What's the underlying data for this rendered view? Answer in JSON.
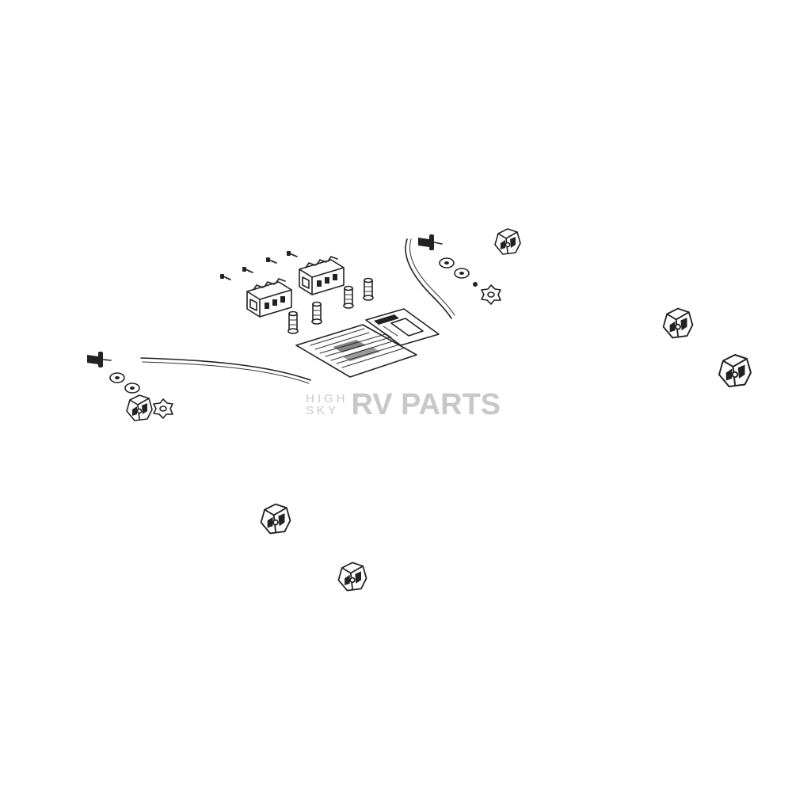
{
  "watermark": {
    "line1": "HIGH",
    "line2": "SKY",
    "brand": "RV PARTS"
  },
  "colors": {
    "background": "#ffffff",
    "line_art": "#222222",
    "watermark": "#c8c8c8"
  }
}
